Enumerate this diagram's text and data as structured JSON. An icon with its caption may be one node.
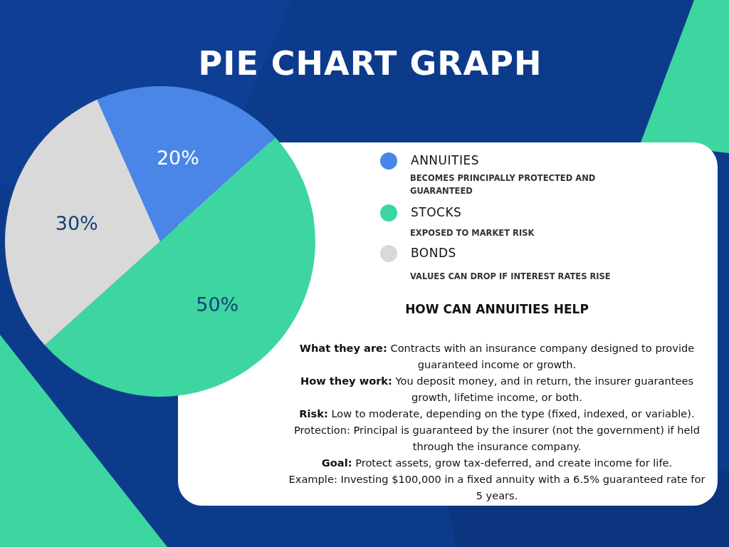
{
  "diagram": {
    "title": "PIE CHART GRAPH",
    "chart_data": {
      "type": "pie",
      "values": [
        20,
        50,
        30
      ],
      "data_labels": true,
      "value_labels": [
        "20%",
        "50%",
        "30%"
      ]
    },
    "legend": [
      {
        "text": "ANNUITIES",
        "color": "#4a86e8"
      },
      {
        "text": "STOCKS",
        "color": "#3dd6a0"
      },
      {
        "text": "BONDS",
        "color": "#d9d9d9"
      }
    ],
    "labels": [
      "BECOMES PRINCIPALLY PROTECTED AND GUARANTEED",
      "EXPOSED TO MARKET RISK",
      "VALUES CAN DROP IF INTEREST RATES RISE",
      "HOW CAN ANNUITIES HELP",
      "**What they are:** Contracts with an insurance company designed to provide guaranteed income or growth.",
      "**How they work:** You deposit money, and in return, the insurer guarantees growth, lifetime income, or both.",
      "**Risk:** Low to moderate, depending on the type (fixed, indexed, or variable).",
      "Protection: Principal is guaranteed by the insurer (not the government) if held through the insurance company.",
      "**Goal:** Protect assets, grow tax-deferred, and create income for life.",
      "Example: Investing $100,000 in a fixed annuity with a 6.5% guaranteed rate for 5 years."
    ]
  }
}
